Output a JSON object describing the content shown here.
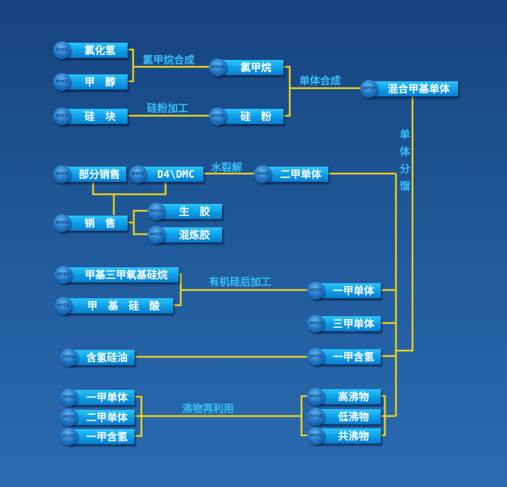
{
  "logo_text": "HYCS",
  "colors": {
    "line": "#f2d21a",
    "label": "#35c0f6",
    "box": "#0ea0ea"
  },
  "nodes": {
    "hcl": "氯化氢",
    "methanol": "甲　醇",
    "silicon_block": "硅　块",
    "methyl_chloride": "氯甲烷",
    "silicon_powder": "硅　粉",
    "mixed_monomer": "混合甲基单体",
    "partial_sales": "部分销售",
    "d4_dmc": "D4\\DMC",
    "dimethyl_monomer": "二甲单体",
    "sales": "销　售",
    "raw_rubber": "生　胶",
    "compound_rubber": "混炼胶",
    "mtms": "甲基三甲氧基硅烷",
    "methyl_silicic_acid": "甲　基　硅　酸",
    "methyl_monomer": "一甲单体",
    "trimethyl_monomer": "三甲单体",
    "hydrogen_silicone_oil": "含氢硅油",
    "methyl_hydrogen": "一甲含氢",
    "left_methyl_monomer": "一甲单体",
    "left_dimethyl_monomer": "二甲单体",
    "left_methyl_hydrogen": "一甲含氢",
    "high_boilers": "高沸物",
    "low_boilers": "低沸物",
    "azeotrope": "共沸物"
  },
  "labels": {
    "methyl_chloride_synthesis": "氯甲烷合成",
    "powder_processing": "硅粉加工",
    "monomer_synthesis": "单体合成",
    "monomer_fractionation": [
      "单",
      "体",
      "分",
      "馏"
    ],
    "hydrolysis": "水裂解",
    "post_processing": "有机硅后加工",
    "boiler_reuse": "沸物再利用"
  }
}
